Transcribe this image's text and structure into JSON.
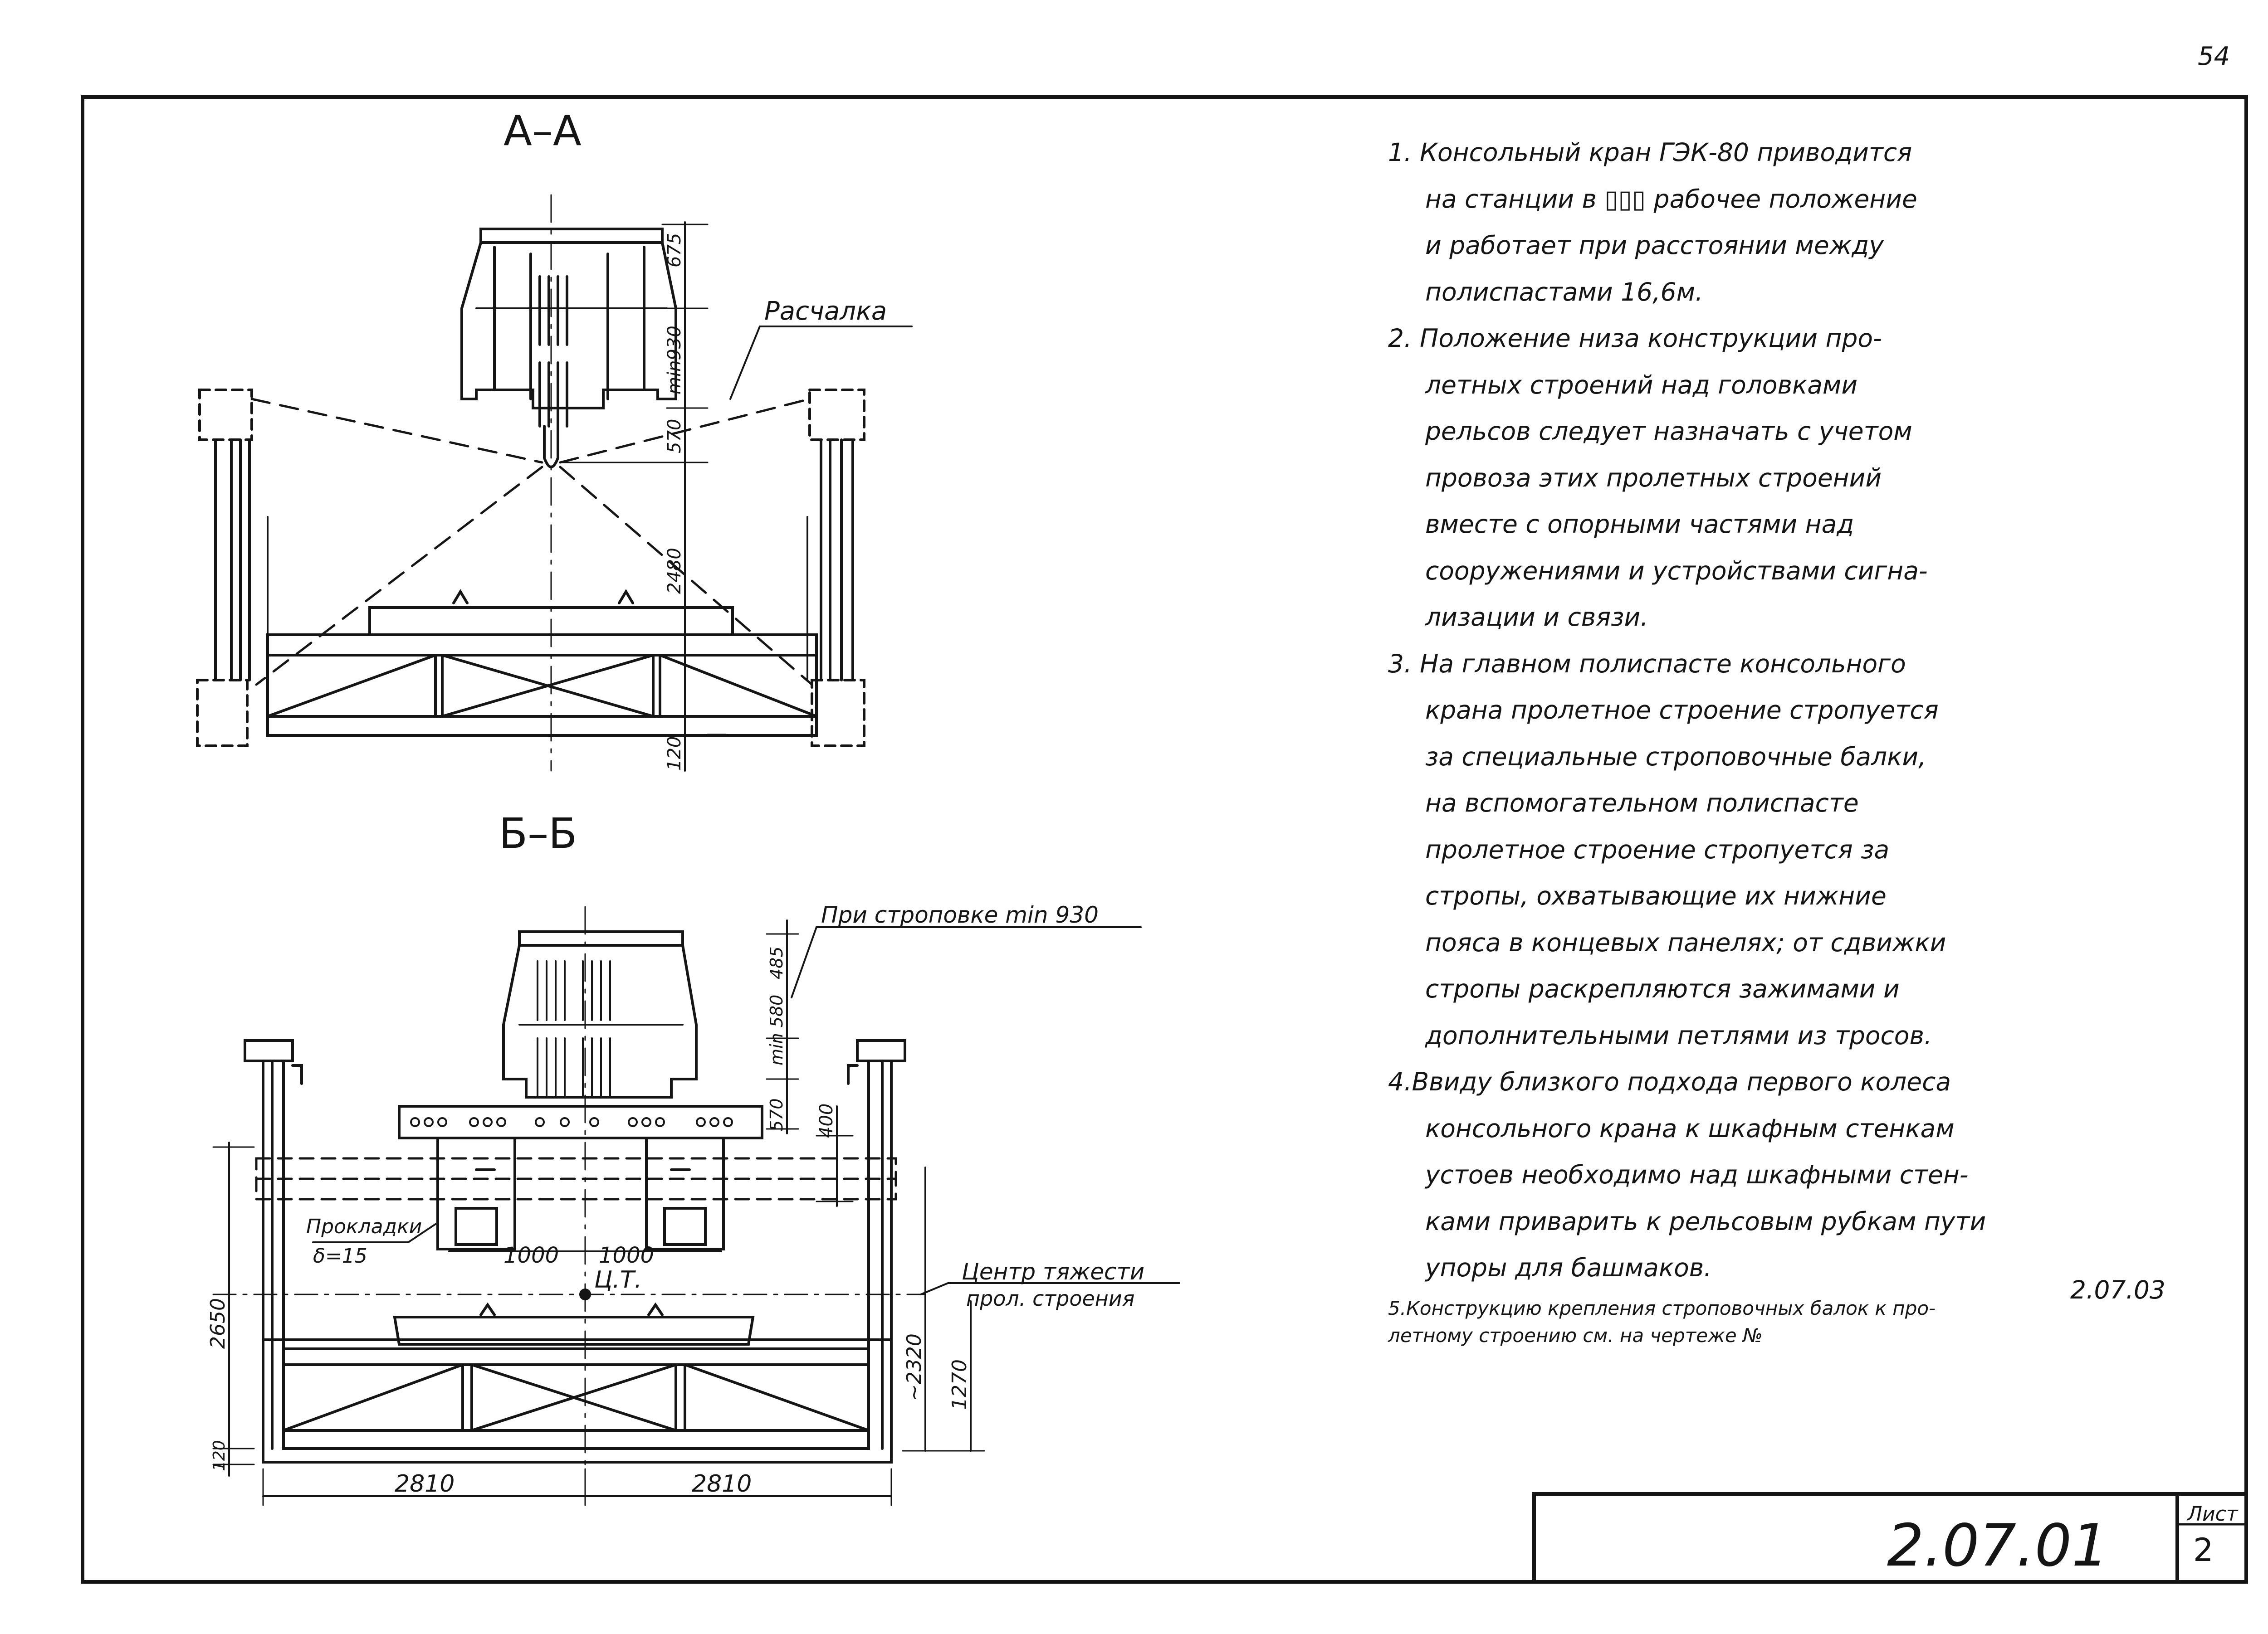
{
  "page_number": "54",
  "sections": {
    "aa": {
      "title": "А–А",
      "rope_label": "Расчалка",
      "dims": [
        "675",
        "min930",
        "570",
        "2480",
        "120"
      ]
    },
    "bb": {
      "title": "Б–Б",
      "sling_label": "При строповке min 930",
      "pad_label": "Прокладки",
      "pad_thick": "δ=15",
      "cg_mark": "Ц.Т.",
      "cg_label_1": "Центр тяжести",
      "cg_label_2": "прол. строения",
      "dims_v": [
        "485",
        "min 580",
        "570",
        "400",
        "2650",
        "~2320",
        "1270",
        "120"
      ],
      "dims_h": [
        "1000",
        "1000",
        "2810",
        "2810"
      ]
    }
  },
  "notes": [
    {
      "num": "1.",
      "lines": [
        "Консольный кран ГЭК-80 приводится",
        "на станции в ▯▯▯ рабочее положение",
        "и работает при расстоянии между",
        "полиспастами 16,6м."
      ]
    },
    {
      "num": "2.",
      "lines": [
        "Положение низа конструкции про-",
        "летных строений над головками",
        "рельсов следует назначать с учетом",
        "провоза этих пролетных строений",
        "вместе с опорными частями над",
        "сооружениями и устройствами сигна-",
        "лизации и связи."
      ]
    },
    {
      "num": "3.",
      "lines": [
        "На главном полиспасте консольного",
        "крана пролетное строение стропуется",
        "за специальные строповочные балки,",
        "на вспомогательном полиспасте",
        "пролетное строение стропуется за",
        "стропы, охватывающие их нижние",
        "пояса в концевых панелях; от сдвижки",
        "стропы раскрепляются зажимами и",
        "дополнительными петлями из тросов."
      ]
    },
    {
      "num": "4.",
      "lines": [
        "Ввиду близкого подхода первого колеса",
        "консольного крана к шкафным стенкам",
        "устоев необходимо над шкафными стен-",
        "ками приварить к рельсовым рубкам пути",
        "упоры для башмаков."
      ]
    }
  ],
  "note5": {
    "line1": "5.Конструкцию крепления строповочных балок к про-",
    "line2": "летному строению см. на чертеже №",
    "ref": "2.07.03"
  },
  "title_block": {
    "code": "2.07.01",
    "sheet_label": "Лист",
    "sheet_number": "2"
  }
}
